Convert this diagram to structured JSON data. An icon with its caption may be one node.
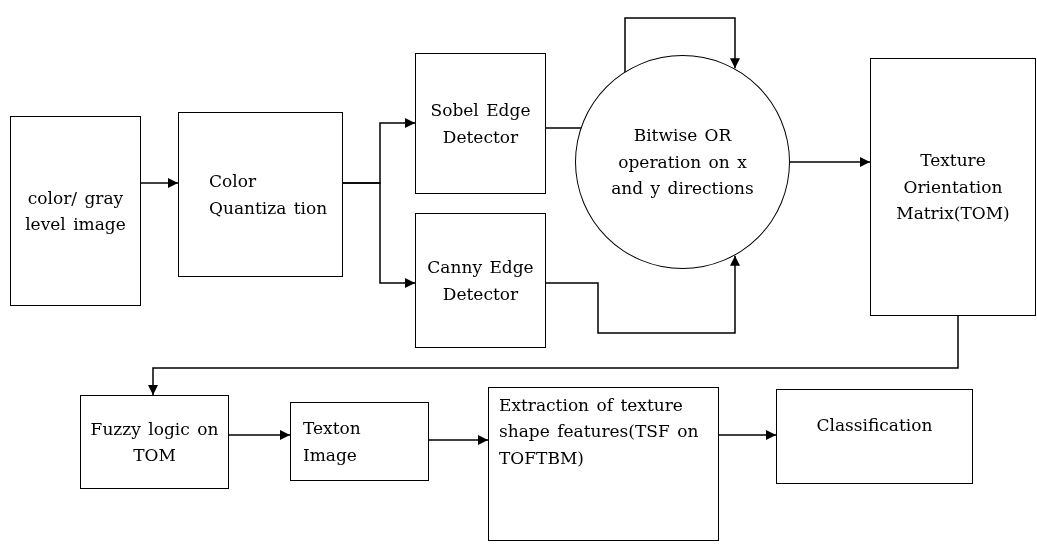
{
  "diagram": {
    "nodes": [
      {
        "text": [
          "color/ gray level image"
        ]
      },
      {
        "text": [
          "Color Quantiza tion"
        ]
      },
      {
        "text": [
          "Sobel Edge Detector"
        ]
      },
      {
        "text": [
          "Canny Edge Detector"
        ]
      },
      {
        "text": [
          "Bitwise OR operation on x and y directions"
        ]
      },
      {
        "text": [
          "Texture Orientation Matrix(TOM)"
        ]
      },
      {
        "text": [
          "Fuzzy logic on TOM"
        ]
      },
      {
        "text": [
          "Texton Image"
        ]
      },
      {
        "text": [
          "Extraction of texture shape features(TSF on TOFTBM)"
        ]
      },
      {
        "text": [
          "Classification"
        ]
      }
    ],
    "edges": [
      {
        "from": 0,
        "to": 1,
        "arrow": "to"
      },
      {
        "from": 1,
        "to": 2,
        "arrow": "to"
      },
      {
        "from": 1,
        "to": 3,
        "arrow": "to"
      },
      {
        "from": 2,
        "to": 4,
        "arrow": "to"
      },
      {
        "from": 3,
        "to": 4,
        "arrow": "to"
      },
      {
        "from": 4,
        "to": 5,
        "arrow": "to"
      },
      {
        "from": 5,
        "to": 6,
        "arrow": "to"
      },
      {
        "from": 6,
        "to": 7,
        "arrow": "to"
      },
      {
        "from": 7,
        "to": 8,
        "arrow": "to"
      },
      {
        "from": 8,
        "to": 9,
        "arrow": "to"
      }
    ]
  }
}
